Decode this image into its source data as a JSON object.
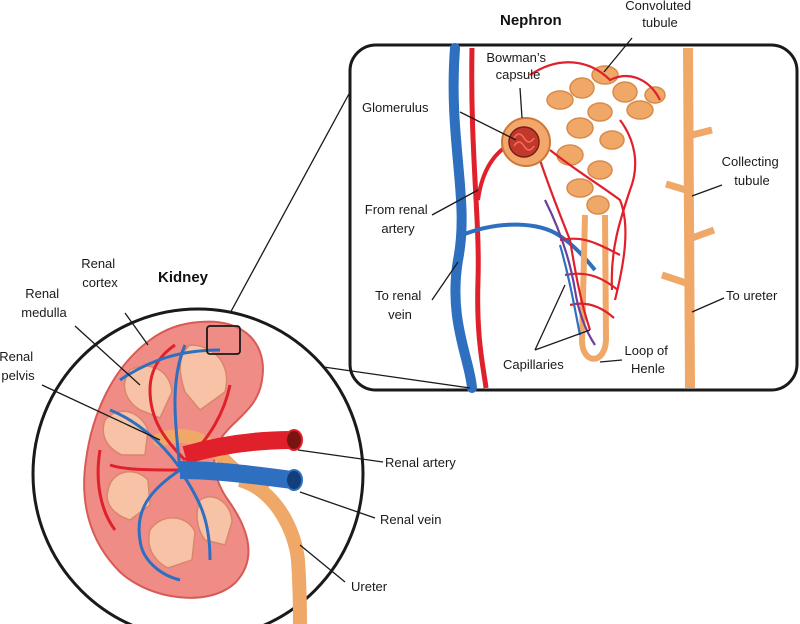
{
  "titles": {
    "nephron": "Nephron",
    "kidney": "Kidney"
  },
  "nephron_labels": {
    "convoluted_tubule": [
      "Convoluted",
      "tubule"
    ],
    "bowmans_capsule": [
      "Bowman’s",
      "capsule"
    ],
    "glomerulus": "Glomerulus",
    "from_renal_artery": [
      "From renal",
      "artery"
    ],
    "to_renal_vein": [
      "To renal",
      "vein"
    ],
    "collecting_tubule": [
      "Collecting",
      "tubule"
    ],
    "to_ureter": "To ureter",
    "capillaries": "Capillaries",
    "loop_of_henle": [
      "Loop of",
      "Henle"
    ]
  },
  "kidney_labels": {
    "renal_cortex": [
      "Renal",
      "cortex"
    ],
    "renal_medulla": [
      "Renal",
      "medulla"
    ],
    "renal_pelvis": [
      "Renal",
      "pelvis"
    ],
    "renal_artery": "Renal artery",
    "renal_vein": "Renal vein",
    "ureter": "Ureter"
  },
  "colors": {
    "artery": "#e0202a",
    "vein": "#2f6fc0",
    "tubule": "#f0a868",
    "tubule_dark": "#d98a48",
    "cortex": "#f08c86",
    "medulla": "#f7c2a6",
    "outline": "#1a1a1a"
  }
}
